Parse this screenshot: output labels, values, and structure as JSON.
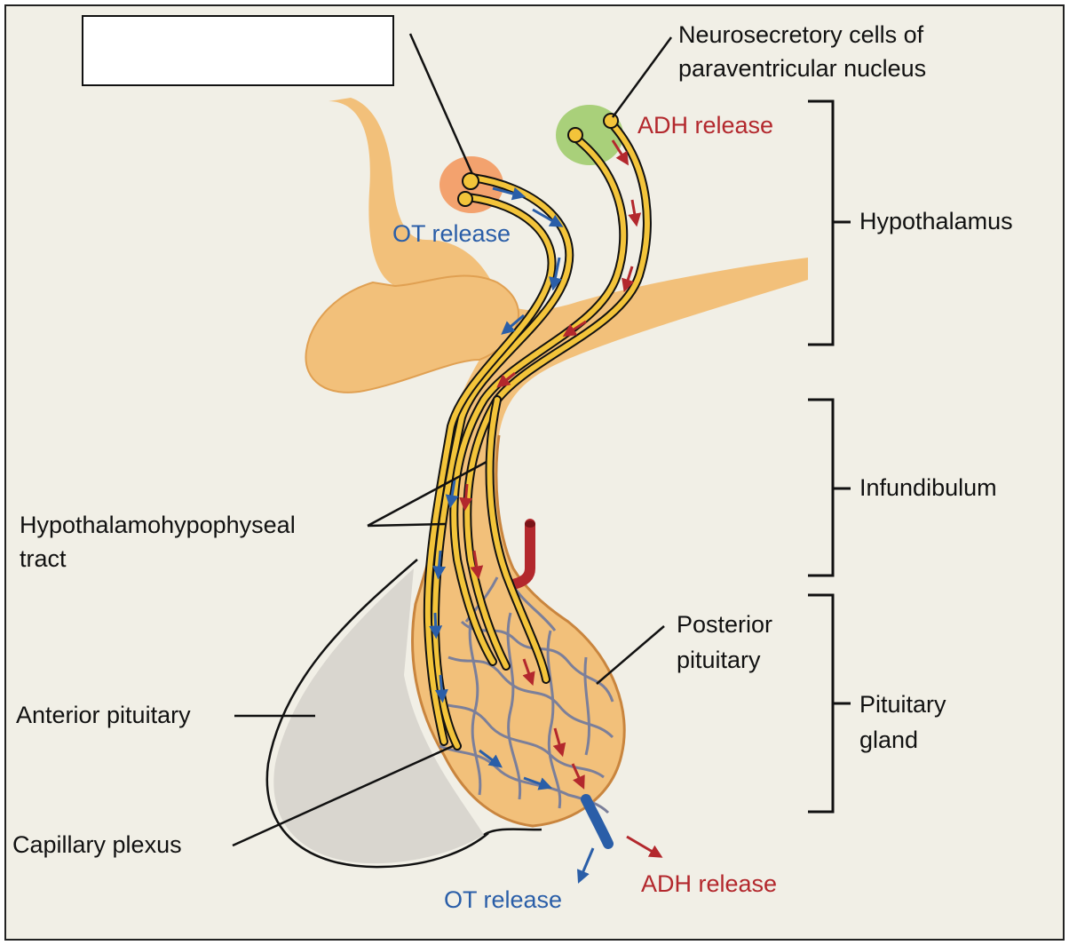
{
  "labels": {
    "neurosecretory_line1": "Neurosecretory cells of",
    "neurosecretory_line2": "paraventricular nucleus",
    "adh_release_top": "ADH release",
    "ot_release_top": "OT release",
    "hypothalamus": "Hypothalamus",
    "infundibulum": "Infundibulum",
    "tract_line1": "Hypothalamohypophyseal",
    "tract_line2": "tract",
    "posterior_line1": "Posterior",
    "posterior_line2": "pituitary",
    "anterior_pituitary": "Anterior pituitary",
    "pituitary_line1": "Pituitary",
    "pituitary_line2": "gland",
    "capillary_plexus": "Capillary plexus",
    "ot_release_bottom": "OT release",
    "adh_release_bottom": "ADH release"
  },
  "blank_label_box": "",
  "colors": {
    "background": "#f1efe6",
    "tissue": "#f2c07a",
    "tissue_dark": "#e0a052",
    "axon": "#f3c43a",
    "ot_blue": "#2a5ea8",
    "adh_red": "#b3282d",
    "supraoptic_nucleus": "#f3a26e",
    "paraventricular_nucleus": "#a9d07a",
    "capillary": "#7b7f9a"
  }
}
